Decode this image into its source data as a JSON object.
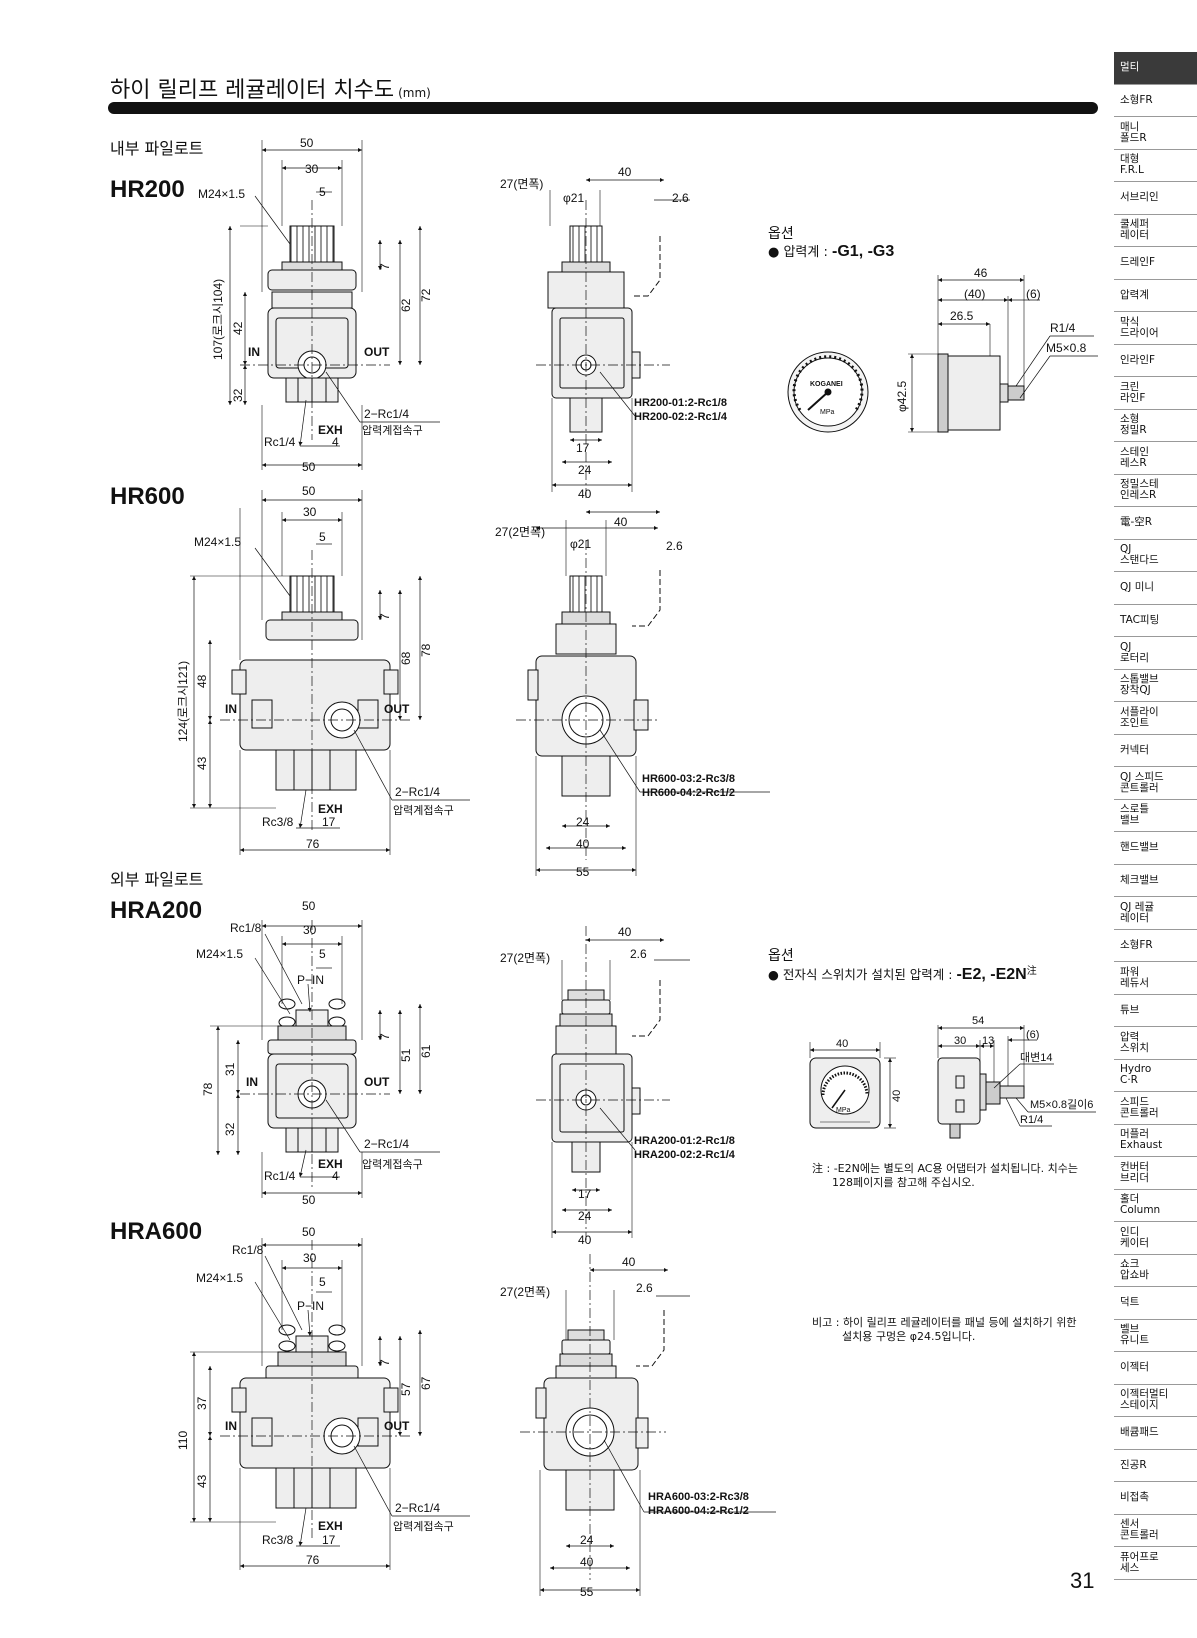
{
  "page": {
    "title": "하이 릴리프 레귤레이터 치수도",
    "title_unit": "(mm)",
    "page_number": "31"
  },
  "sections": {
    "internal": "내부 파일로트",
    "external": "외부 파일로트"
  },
  "models": {
    "hr200": "HR200",
    "hr600": "HR600",
    "hra200": "HRA200",
    "hra600": "HRA600"
  },
  "labels": {
    "m24": "M24×1.5",
    "in": "IN",
    "out": "OUT",
    "exh": "EXH",
    "port_2rc14": "2−Rc1/4",
    "gauge_port": "압력계접속구",
    "rc14": "Rc1/4",
    "rc38": "Rc3/8",
    "rc18": "Rc1/8",
    "p_in": "P−IN",
    "width_27": "27(면폭)",
    "width_27b": "27(2면폭)",
    "phi21": "φ21",
    "d2_6": "2.6",
    "d50": "50",
    "d30": "30",
    "d5": "5",
    "d7": "7",
    "d4": "4",
    "d17": "17",
    "d24": "24",
    "d40": "40",
    "d55": "55",
    "d76": "76",
    "d62": "62",
    "d72": "72",
    "d42": "42",
    "d32": "32",
    "d68": "68",
    "d78": "78",
    "d48": "48",
    "d43": "43",
    "d51": "51",
    "d61": "61",
    "d31": "31",
    "d57": "57",
    "d67": "67",
    "d37": "37",
    "d110": "110",
    "h107": "107(로크시104)",
    "h124": "124(로크시121)"
  },
  "ports": {
    "hr200_01": "HR200-01:2-Rc1/8",
    "hr200_02": "HR200-02:2-Rc1/4",
    "hr600_03": "HR600-03:2-Rc3/8",
    "hr600_04": "HR600-04:2-Rc1/2",
    "hra200_01": "HRA200-01:2-Rc1/8",
    "hra200_02": "HRA200-02:2-Rc1/4",
    "hra600_03": "HRA600-03:2-Rc3/8",
    "hra600_04": "HRA600-04:2-Rc1/2"
  },
  "option1": {
    "heading": "옵션",
    "line_prefix": "● 압력계 : ",
    "codes": "-G1, -G3",
    "d46": "46",
    "d40p": "(40)",
    "d6p": "(6)",
    "d26_5": "26.5",
    "r14": "R1/4",
    "m5": "M5×0.8",
    "phi42_5": "φ42.5",
    "brand": "KOGANEI",
    "unit": "MPa"
  },
  "option2": {
    "heading": "옵션",
    "line_prefix": "● 전자식 스위치가 설치된 압력계 : ",
    "codes": "-E2, -E2N",
    "sup": "注",
    "d54": "54",
    "d6p": "(6)",
    "d30": "30",
    "d13": "13",
    "d40": "40",
    "hex14": "대변14",
    "m5": "M5×0.8길이6",
    "r14": "R1/4",
    "unit": "MPa"
  },
  "notes": {
    "note1_line1": "注 : -E2N에는 별도의 AC용 어댑터가 설치됩니다. 치수는",
    "note1_line2": "128페이지를 참고해 주십시오.",
    "note2_line1": "비고 : 하이 릴리프 레귤레이터를 패널 등에 설치하기 위한",
    "note2_line2": "설치용 구멍은 φ24.5입니다."
  },
  "sidebar": {
    "items": [
      "멀티",
      "소형FR",
      "매니\n폴드R",
      "대형\nF.R.L",
      "서브리인",
      "쿨세퍼\n레이터",
      "드레인F",
      "압력계",
      "막식\n드라이어",
      "인라인F",
      "크린\n라인F",
      "소형\n정밀R",
      "스테인\n레스R",
      "정밀스테\n인레스R",
      "電-空R",
      "QJ\n스탠다드",
      "QJ 미니",
      "TAC피팅",
      "QJ\n로터리",
      "스톱밸브\n장착QJ",
      "서플라이\n조인트",
      "커넥터",
      "QJ 스피드\n콘트롤러",
      "스로틀\n밸브",
      "핸드밸브",
      "체크밸브",
      "QJ 레귤\n레이터",
      "소형FR",
      "파워\n레듀서",
      "튜브",
      "압력\n스위치",
      "Hydro\nC·R",
      "스피드\n콘트롤러",
      "머플러\nExhaust",
      "컨버터\n브리더",
      "홀더\nColumn",
      "인디\n케이터",
      "쇼크\n압쇼바",
      "덕트",
      "벨브\n유니트",
      "이젝터",
      "이젝터멀티\n스테이지",
      "배큠패드",
      "진공R",
      "비접촉",
      "센서\n콘트롤러",
      "퓨어프로\n세스"
    ]
  }
}
